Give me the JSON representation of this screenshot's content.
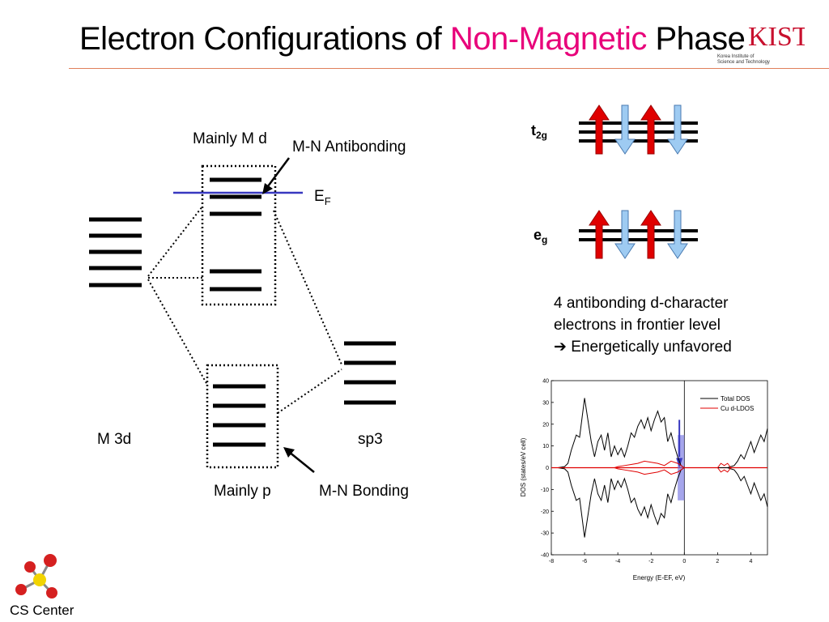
{
  "slide": {
    "title_part1": "Electron Configurations of ",
    "title_highlight": "Non-Magnetic",
    "title_part2": " Phase",
    "highlight_color": "#e8007a"
  },
  "kist_logo": {
    "mark": "KIST",
    "subtitle_line1": "Korea Institute of",
    "subtitle_line2": "Science and Technology"
  },
  "mo_diagram": {
    "label_mainly_md": "Mainly M d",
    "label_mn_antibonding": "M-N Antibonding",
    "label_ef": "E",
    "label_ef_sub": "F",
    "label_m3d": "M 3d",
    "label_sp3": "sp3",
    "label_mainly_p": "Mainly p",
    "label_mn_bonding": "M-N Bonding"
  },
  "orbital_diagram": {
    "t2g_main": "t",
    "t2g_sub": "2g",
    "eg_main": "e",
    "eg_sub": "g",
    "arrow_up_color": "#e00000",
    "arrow_down_color": "#9ecbf2"
  },
  "notes": {
    "line1": "4 antibonding d-character",
    "line2": "electrons in frontier level",
    "line3_arrow": "➔",
    "line3": "Energetically unfavored"
  },
  "chart_data": {
    "type": "line",
    "title": "",
    "xlabel": "Energy (E-EF, eV)",
    "ylabel": "DOS (states/eV cell)",
    "xlim": [
      -8,
      5
    ],
    "ylim": [
      -40,
      40
    ],
    "x_ticks": [
      "-8",
      "-6",
      "-4",
      "-2",
      "0",
      "2",
      "4"
    ],
    "y_ticks": [
      "40",
      "30",
      "20",
      "10",
      "0",
      "-10",
      "-20",
      "-30",
      "-40"
    ],
    "legend_position": "top-right",
    "series": [
      {
        "name": "Total DOS",
        "color": "#000000",
        "x": [
          -8,
          -7.6,
          -7.2,
          -7.0,
          -6.8,
          -6.5,
          -6.3,
          -6.0,
          -5.8,
          -5.6,
          -5.4,
          -5.2,
          -5.0,
          -4.8,
          -4.6,
          -4.4,
          -4.2,
          -4.0,
          -3.8,
          -3.6,
          -3.4,
          -3.2,
          -3.0,
          -2.8,
          -2.6,
          -2.4,
          -2.2,
          -2.0,
          -1.8,
          -1.6,
          -1.4,
          -1.2,
          -1.0,
          -0.8,
          -0.6,
          -0.4,
          -0.2,
          0,
          0.2,
          0.4,
          0.6,
          0.8,
          1.0,
          1.2,
          1.4,
          1.6,
          1.8,
          2.0,
          2.2,
          2.4,
          2.6,
          2.8,
          3.0,
          3.2,
          3.4,
          3.6,
          3.8,
          4.0,
          4.2,
          4.4,
          4.6,
          4.8,
          5.0
        ],
        "values": [
          0,
          0,
          0.5,
          2,
          8,
          15,
          14,
          32,
          22,
          12,
          5,
          12,
          15,
          8,
          16,
          5,
          10,
          6,
          9,
          5,
          10,
          16,
          14,
          19,
          22,
          18,
          23,
          17,
          22,
          26,
          21,
          23,
          12,
          16,
          10,
          5,
          1,
          0,
          0,
          0,
          0,
          0,
          0,
          0,
          0,
          0,
          0,
          0,
          0,
          0,
          0,
          0.5,
          1,
          3,
          6,
          4,
          8,
          12,
          7,
          11,
          15,
          12,
          18
        ]
      },
      {
        "name": "Cu d-LDOS",
        "color": "#e00000",
        "x": [
          -8,
          -4.2,
          -4.0,
          -3.6,
          -3.2,
          -2.8,
          -2.4,
          -2.0,
          -1.6,
          -1.2,
          -0.8,
          -0.4,
          0,
          0.4,
          0.8,
          1.2,
          1.6,
          2.0,
          2.2,
          2.4,
          2.6,
          2.8,
          5.0
        ],
        "values": [
          0,
          0,
          0.5,
          1,
          1.5,
          2,
          3,
          2.5,
          2,
          1,
          3,
          2,
          0,
          0,
          0,
          0,
          0,
          0,
          2,
          1,
          2,
          0,
          0
        ]
      }
    ]
  }
}
